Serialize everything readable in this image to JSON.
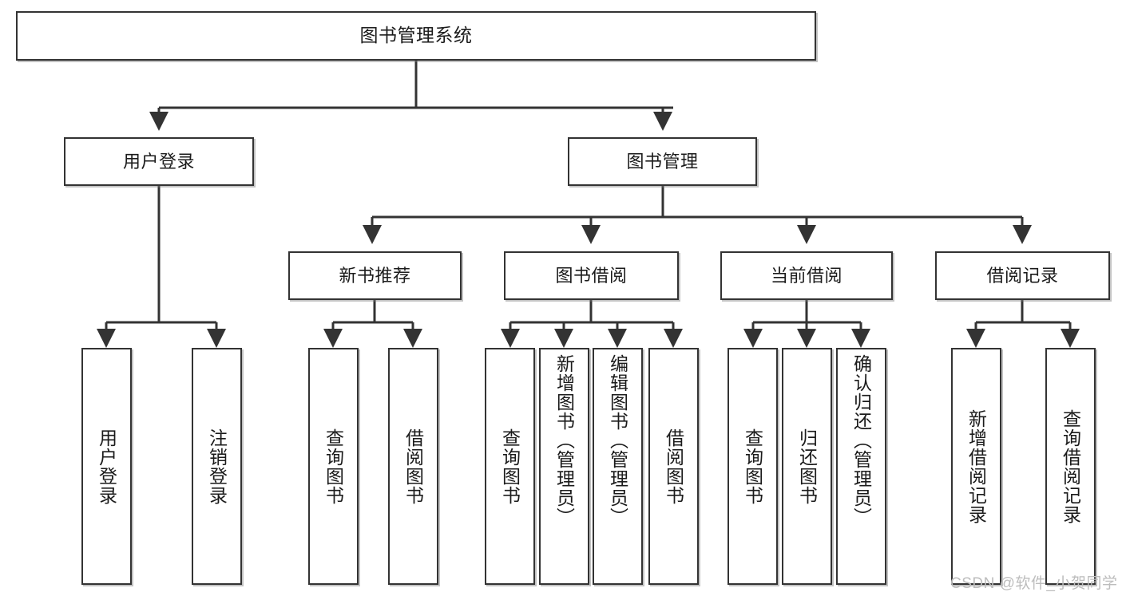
{
  "diagram": {
    "title": "图书管理系统",
    "type": "tree-hierarchy-diagram",
    "root": {
      "label": "图书管理系统"
    },
    "level2": [
      {
        "label": "用户登录"
      },
      {
        "label": "图书管理"
      }
    ],
    "level3": [
      {
        "label": "新书推荐"
      },
      {
        "label": "图书借阅"
      },
      {
        "label": "当前借阅"
      },
      {
        "label": "借阅记录"
      }
    ],
    "leaves": {
      "user_login": [
        {
          "label": "用户登录"
        },
        {
          "label": "注销登录"
        }
      ],
      "new_book_recommend": [
        {
          "label": "查询图书"
        },
        {
          "label": "借阅图书"
        }
      ],
      "book_borrow": [
        {
          "label": "查询图书"
        },
        {
          "label": "新增图书（管理员）"
        },
        {
          "label": "编辑图书（管理员）"
        },
        {
          "label": "借阅图书"
        }
      ],
      "current_borrow": [
        {
          "label": "查询图书"
        },
        {
          "label": "归还图书"
        },
        {
          "label": "确认归还（管理员）"
        }
      ],
      "borrow_record": [
        {
          "label": "新增借阅记录"
        },
        {
          "label": "查询借阅记录"
        }
      ]
    }
  },
  "watermark": {
    "text": "CSDN @软件_小贺同学"
  },
  "colors": {
    "border": "#333333",
    "background": "#ffffff",
    "text": "#1b1b1b",
    "watermark": "#bdbdbd"
  }
}
